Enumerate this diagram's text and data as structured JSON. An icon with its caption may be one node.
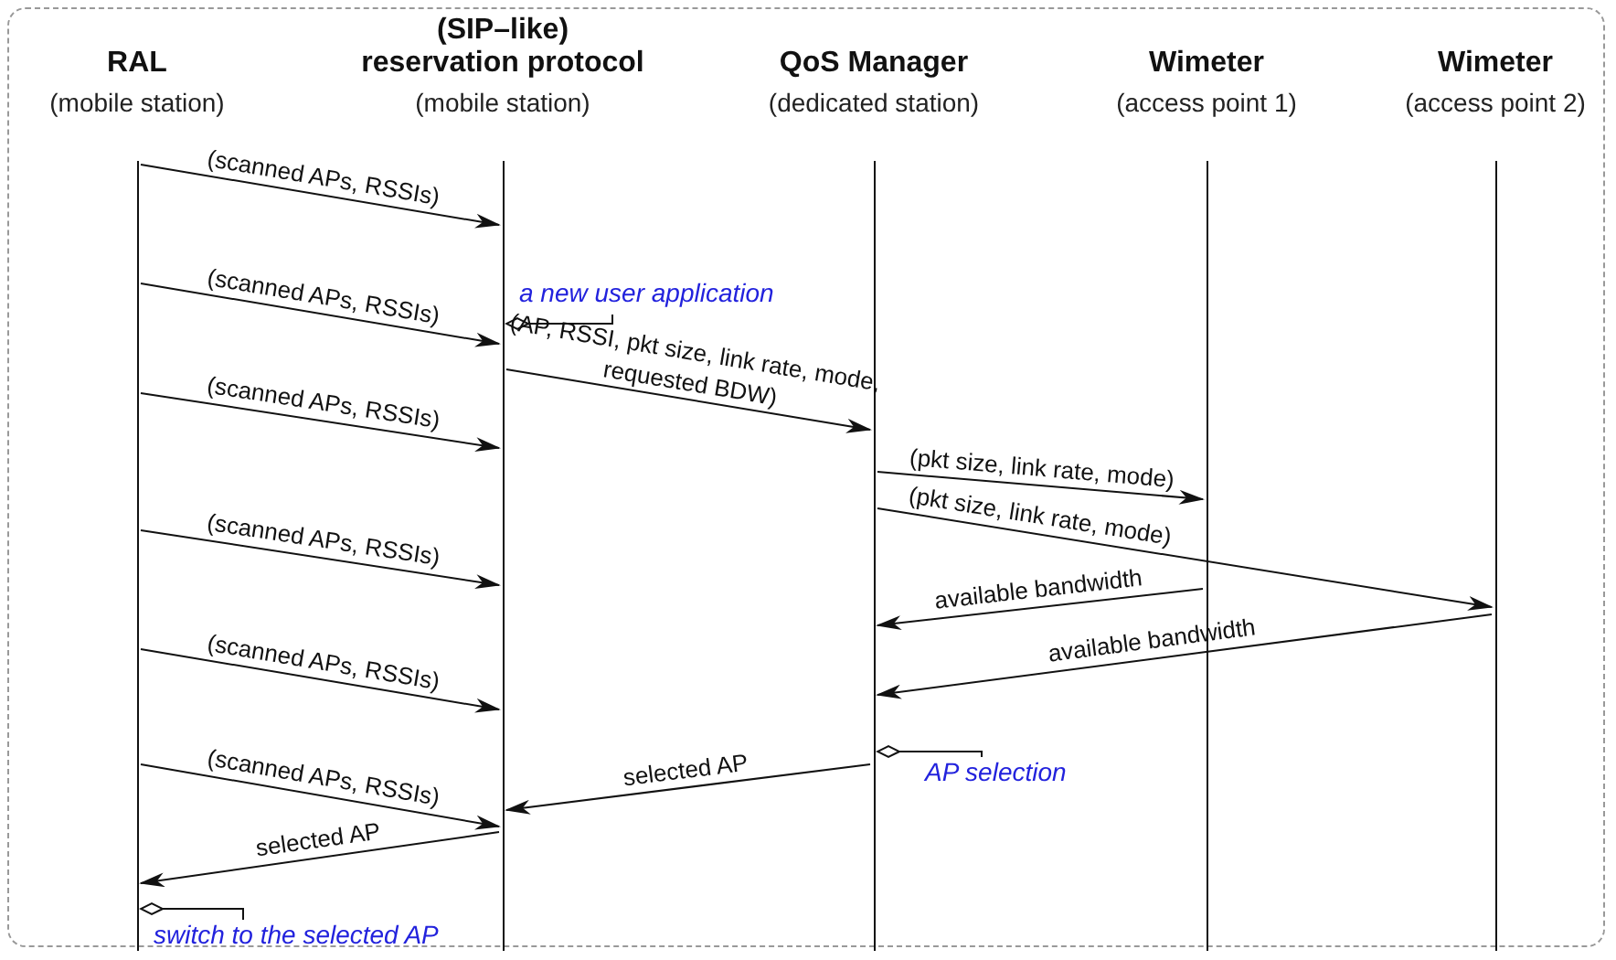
{
  "diagram": {
    "nodes": [
      {
        "text": [
          "RAL",
          "(mobile station)"
        ]
      },
      {
        "text": [
          "(SIP–like) reservation protocol",
          "(mobile station)"
        ]
      },
      {
        "text": [
          "QoS Manager",
          "(dedicated station)"
        ]
      },
      {
        "text": [
          "Wimeter",
          "(access point 1)"
        ]
      },
      {
        "text": [
          "Wimeter",
          "(access point 2)"
        ]
      },
      {
        "text": [
          "a new user application"
        ]
      },
      {
        "text": [
          "AP selection"
        ]
      },
      {
        "text": [
          "switch to the selected AP"
        ]
      }
    ],
    "edges": [
      {
        "from": 0,
        "to": 1,
        "arrow": "to",
        "label": "(scanned APs, RSSIs)"
      },
      {
        "from": 0,
        "to": 1,
        "arrow": "to",
        "label": "(scanned APs, RSSIs)"
      },
      {
        "from": 5,
        "to": 1,
        "arrow": "other"
      },
      {
        "from": 1,
        "to": 2,
        "arrow": "to",
        "label": "(AP, RSSI, pkt size, link rate, mode, requested BDW)"
      },
      {
        "from": 0,
        "to": 1,
        "arrow": "to",
        "label": "(scanned APs, RSSIs)"
      },
      {
        "from": 2,
        "to": 3,
        "arrow": "to",
        "label": "(pkt size, link rate, mode)"
      },
      {
        "from": 2,
        "to": 4,
        "arrow": "to",
        "label": "(pkt size, link rate, mode)"
      },
      {
        "from": 0,
        "to": 1,
        "arrow": "to",
        "label": "(scanned APs, RSSIs)"
      },
      {
        "from": 3,
        "to": 2,
        "arrow": "to",
        "label": "available bandwidth"
      },
      {
        "from": 0,
        "to": 1,
        "arrow": "to",
        "label": "(scanned APs, RSSIs)"
      },
      {
        "from": 4,
        "to": 2,
        "arrow": "to",
        "label": "available bandwidth"
      },
      {
        "from": 6,
        "to": 2,
        "arrow": "other"
      },
      {
        "from": 0,
        "to": 1,
        "arrow": "to",
        "label": "(scanned APs, RSSIs)"
      },
      {
        "from": 2,
        "to": 1,
        "arrow": "to",
        "label": "selected AP"
      },
      {
        "from": 1,
        "to": 0,
        "arrow": "to",
        "label": "selected AP"
      },
      {
        "from": 7,
        "to": 0,
        "arrow": "other"
      }
    ]
  }
}
